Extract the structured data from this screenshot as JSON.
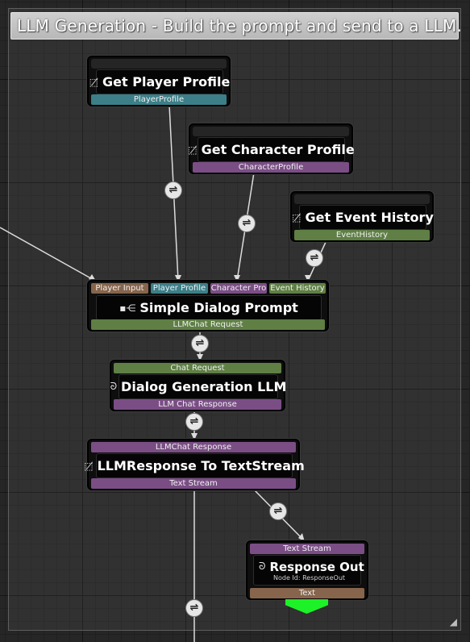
{
  "comment": {
    "title": "LLM Generation - Build the prompt and send to a LLM."
  },
  "nodes": {
    "get_player_profile": {
      "title": "Get Player Profile",
      "output": "PlayerProfile",
      "icon": "function-icon"
    },
    "get_character_profile": {
      "title": "Get Character Profile",
      "output": "CharacterProfile",
      "icon": "function-icon"
    },
    "get_event_history": {
      "title": "Get Event History",
      "output": "EventHistory",
      "icon": "function-icon"
    },
    "simple_dialog_prompt": {
      "title": "Simple Dialog Prompt",
      "inputs": [
        "Player Input",
        "Player Profile",
        "Character Pro",
        "Event History"
      ],
      "output": "LLMChat Request",
      "icon": "graph-icon"
    },
    "dialog_generation_llm": {
      "title": "Dialog Generation LLM",
      "input": "Chat Request",
      "output": "LLM Chat Response",
      "icon": "llm-icon"
    },
    "llm_response_to_textstream": {
      "title": "LLMResponse To TextStream",
      "input": "LLMChat Response",
      "output": "Text Stream",
      "icon": "function-icon"
    },
    "response_out": {
      "title": "Response Out",
      "subtitle": "Node Id: ResponseOut",
      "input": "Text Stream",
      "output": "Text",
      "icon": "llm-icon"
    }
  },
  "colors": {
    "teal": "#3c7f88",
    "purple": "#7a4e85",
    "green": "#5f7f45",
    "brown": "#86654c",
    "exec_green": "#1cf227"
  }
}
